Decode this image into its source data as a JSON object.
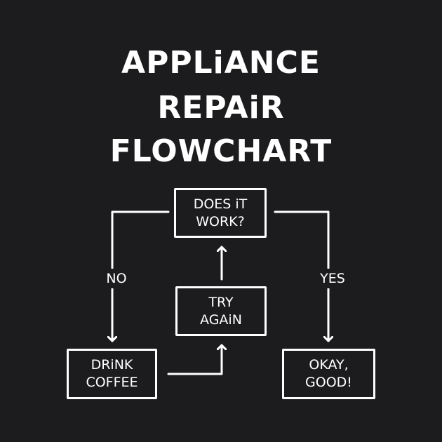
{
  "title": {
    "line1": "APPLiANCE",
    "line2": "REPAiR",
    "line3": "FLOWCHART"
  },
  "nodes": {
    "check": "DOES iT\nWORK?",
    "try_again": "TRY\nAGAiN",
    "drink_coffee": "DRiNK\nCOFFEE",
    "ok": "OKAY,\nGOOD!"
  },
  "labels": {
    "no": "NO",
    "yes": "YES"
  },
  "colors": {
    "background": "#1c1c1e",
    "foreground": "#ffffff"
  }
}
